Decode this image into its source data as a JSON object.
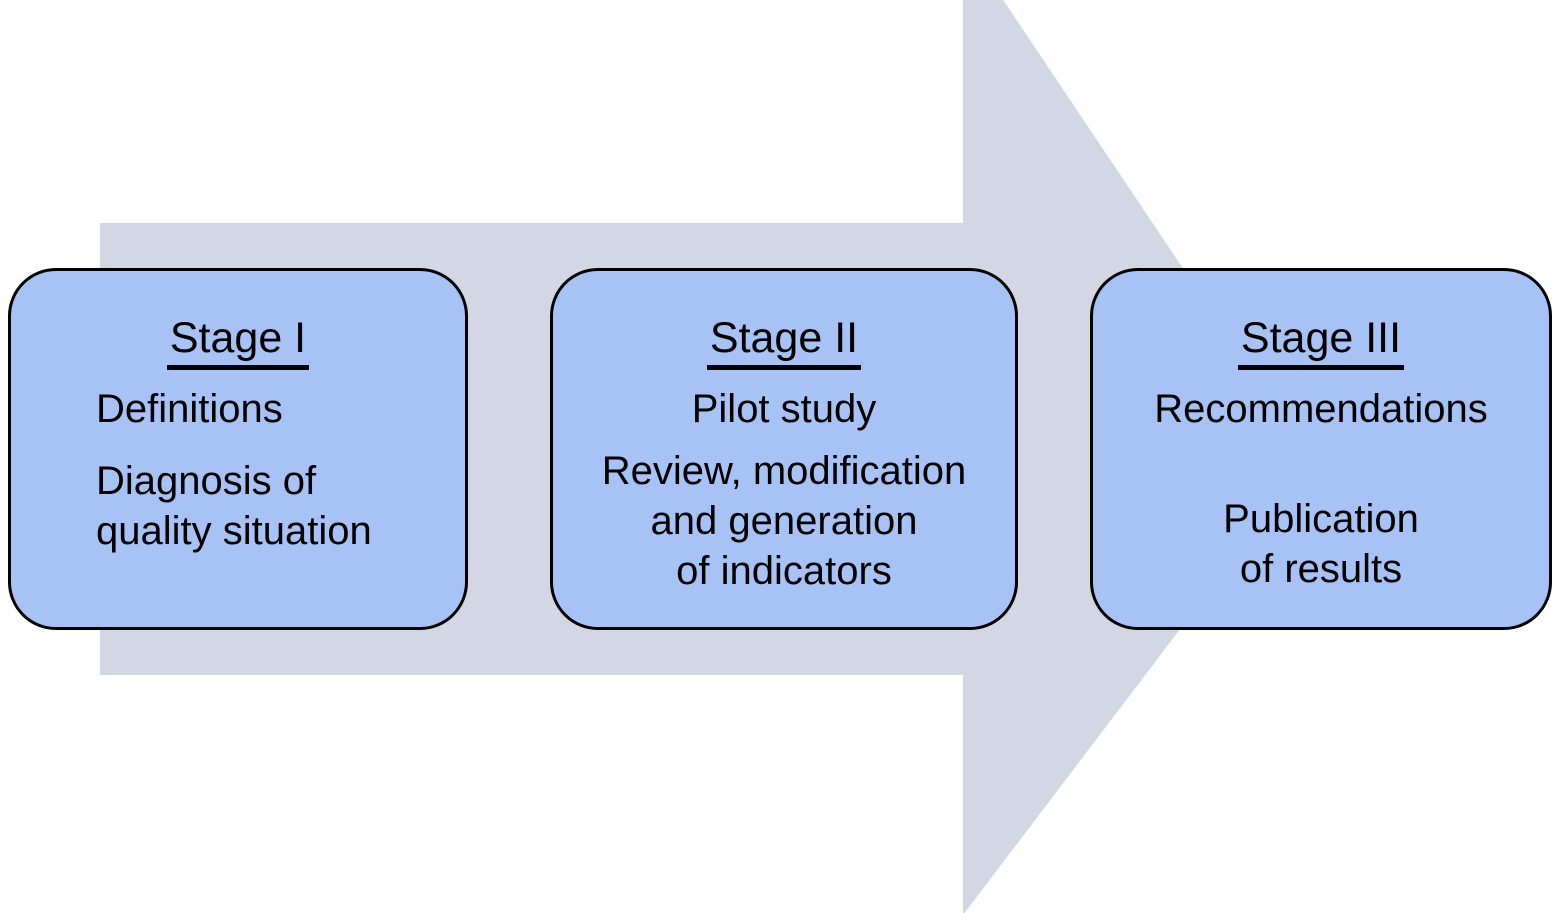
{
  "diagram": {
    "type": "process-flow",
    "direction": "left-to-right",
    "arrow": "right-pointing background arrow"
  },
  "colors": {
    "background": "#ffffff",
    "arrow-fill": "#d2d7e3",
    "box-fill": "#a7c3f6",
    "box-border": "#000000",
    "text": "#000000"
  },
  "stages": [
    {
      "title": "Stage I",
      "paragraphs": [
        [
          "Definitions"
        ],
        [
          "Diagnosis of",
          "quality situation"
        ]
      ]
    },
    {
      "title": "Stage II",
      "paragraphs": [
        [
          "Pilot study"
        ],
        [
          "Review, modification",
          "and generation",
          "of indicators"
        ]
      ]
    },
    {
      "title": "Stage III",
      "paragraphs": [
        [
          "Recommendations"
        ],
        [
          "Publication",
          "of results"
        ]
      ]
    }
  ]
}
